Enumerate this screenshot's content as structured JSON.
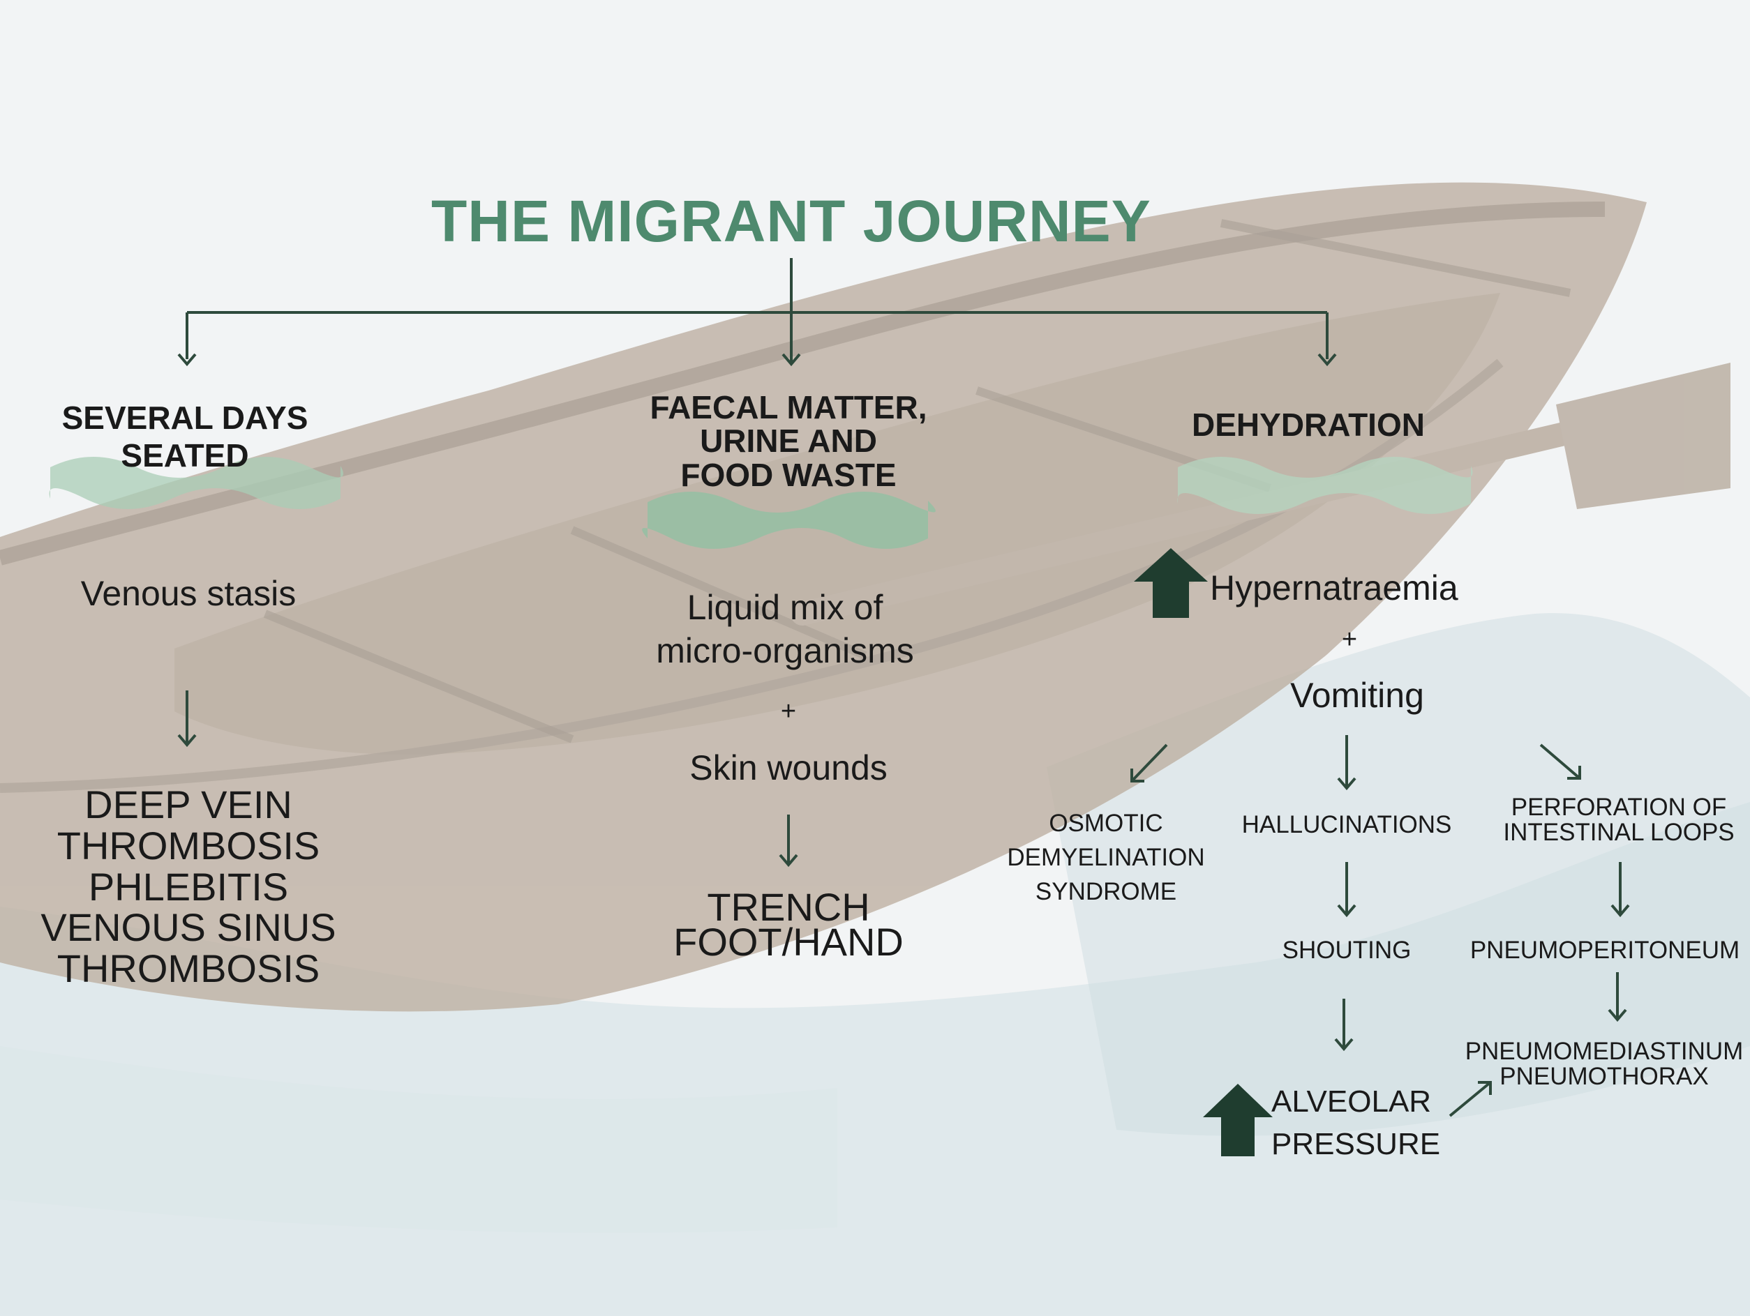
{
  "title": "THE MIGRANT JOURNEY",
  "branches": {
    "seated": {
      "heading": "SEVERAL DAYS SEATED",
      "cause": "Venous stasis",
      "outcomes": [
        "DEEP VEIN",
        "THROMBOSIS",
        "PHLEBITIS",
        "VENOUS SINUS",
        "THROMBOSIS"
      ]
    },
    "waste": {
      "heading": [
        "FAECAL MATTER,",
        "URINE AND",
        "FOOD WASTE"
      ],
      "cause_lines": [
        "Liquid mix of",
        "micro-organisms"
      ],
      "plus": "+",
      "cause2": "Skin wounds",
      "outcome_lines": [
        "TRENCH",
        "FOOT/HAND"
      ]
    },
    "dehydration": {
      "heading": "DEHYDRATION",
      "cause": "Hypernatraemia",
      "plus": "+",
      "cause2": "Vomiting",
      "left": [
        "OSMOTIC",
        "DEMYELINATION",
        "SYNDROME"
      ],
      "center": [
        "HALLUCINATIONS",
        "SHOUTING"
      ],
      "pressure": [
        "ALVEOLAR",
        "PRESSURE"
      ],
      "right": [
        "PERFORATION OF",
        "INTESTINAL LOOPS",
        "PNEUMOPERITONEUM"
      ],
      "final": [
        "PNEUMOMEDIASTINUM",
        "PNEUMOTHORAX"
      ]
    }
  },
  "colors": {
    "title": "#4e8a6e",
    "arrow": "#2e4a3c",
    "up_arrow": "#1f3d2f",
    "wave": "#a9cdb6",
    "boat": "#b6a595",
    "water": "#c7d8de"
  },
  "icons": [
    "up-arrow-icon",
    "wave-icon",
    "boat-illustration"
  ]
}
